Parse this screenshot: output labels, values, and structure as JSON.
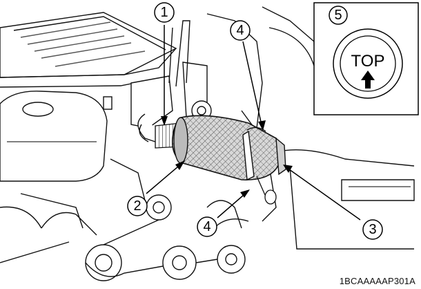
{
  "callouts": [
    {
      "id": "1",
      "label": "1"
    },
    {
      "id": "2",
      "label": "2"
    },
    {
      "id": "3",
      "label": "3"
    },
    {
      "id": "4a",
      "label": "4"
    },
    {
      "id": "4b",
      "label": "4"
    },
    {
      "id": "5",
      "label": "5"
    }
  ],
  "inset": {
    "text": "TOP",
    "arrow_icon": "arrow-up-icon"
  },
  "figure_code": "1BCAAAAAP301A"
}
